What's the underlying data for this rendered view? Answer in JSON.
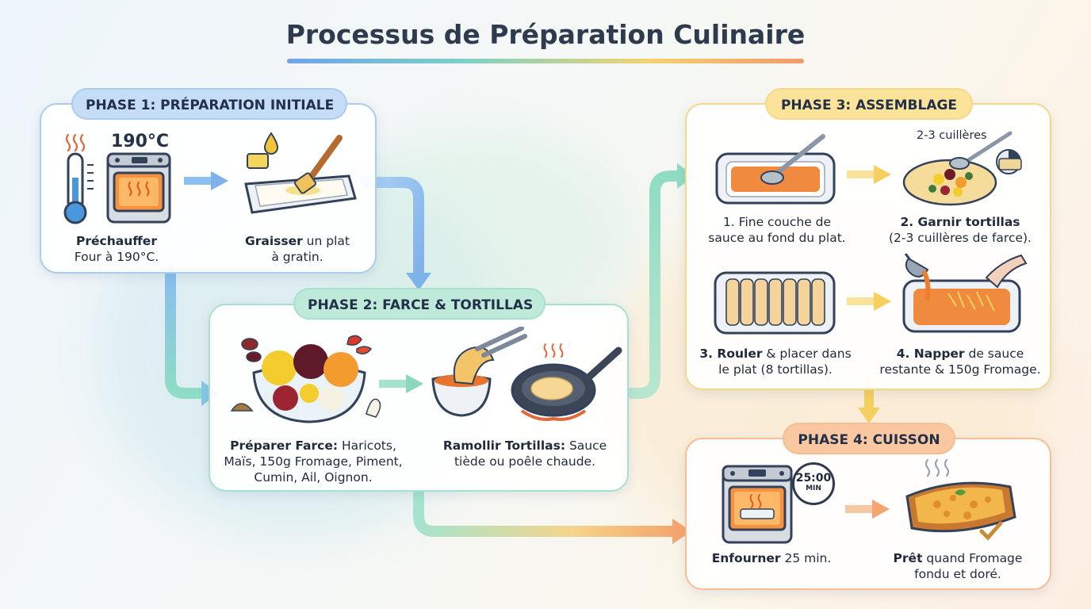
{
  "title": "Processus de Préparation Culinaire",
  "colors": {
    "phase1": "#a9cdef",
    "phase2": "#a8e0cf",
    "phase3": "#f5d98a",
    "phase4": "#f6be94",
    "arrow_blue": "#7fb1ea",
    "arrow_green": "#8bd8bd",
    "arrow_yellow": "#f7cf5f",
    "arrow_orange": "#f5a66e"
  },
  "phases": [
    {
      "label": "PHASE 1: PRÉPARATION INITIALE",
      "steps": [
        {
          "bold": "Préchauffer",
          "line1_rest": "",
          "line2": "Four à 190°C.",
          "icon": "thermometer-oven-icon",
          "badge": "190°C"
        },
        {
          "bold": "Graisser",
          "line1_rest": " un plat",
          "line2": "à gratin.",
          "icon": "greased-dish-icon"
        }
      ]
    },
    {
      "label": "PHASE 2: FARCE & TORTILLAS",
      "steps": [
        {
          "bold": "Préparer Farce:",
          "line1_rest": " Haricots,",
          "line2": "Maïs, 150g Fromage, Piment,",
          "line3": "Cumin, Ail, Oignon.",
          "icon": "filling-bowl-icon"
        },
        {
          "bold": "Ramollir Tortillas:",
          "line1_rest": " Sauce",
          "line2": "tiède ou poêle chaude.",
          "icon": "tortilla-pan-icon"
        }
      ]
    },
    {
      "label": "PHASE 3: ASSEMBLAGE",
      "steps": [
        {
          "bold": "",
          "line1_rest": "1. Fine couche de",
          "line2": "sauce au fond du plat.",
          "icon": "sauce-dish-icon"
        },
        {
          "bold": "2. Garnir tortillas",
          "line1_rest": "",
          "line2": "(2-3 cuillères de farce).",
          "icon": "fill-tortilla-icon",
          "badge": "2-3 cuillères"
        },
        {
          "bold": "3. Rouler",
          "line1_rest": " & placer dans",
          "line2": "le plat (8 tortillas).",
          "icon": "rolled-tortillas-icon"
        },
        {
          "bold": "4. Napper",
          "line1_rest": " de sauce",
          "line2": "restante & 150g Fromage.",
          "icon": "pour-sauce-cheese-icon"
        }
      ]
    },
    {
      "label": "PHASE 4: CUISSON",
      "steps": [
        {
          "bold": "Enfourner",
          "line1_rest": " 25 min.",
          "line2": "",
          "icon": "oven-timer-icon",
          "badge_time": "25:00",
          "badge_unit": "MIN"
        },
        {
          "bold": "Prêt",
          "line1_rest": " quand Fromage",
          "line2": "fondu et doré.",
          "icon": "baked-gratin-icon"
        }
      ]
    }
  ]
}
